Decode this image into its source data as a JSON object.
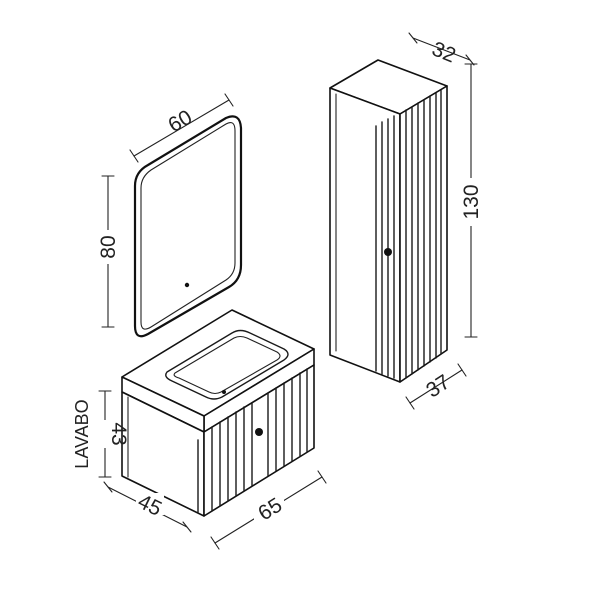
{
  "dimensions": {
    "mirror_width": "60",
    "mirror_height": "80",
    "tall_cabinet_depth": "32",
    "tall_cabinet_height": "130",
    "tall_cabinet_width": "37",
    "vanity_height": "43",
    "vanity_depth": "45",
    "vanity_width": "65"
  },
  "labels": {
    "vanity": "LAVABO"
  },
  "colors": {
    "line": "#111111",
    "background": "#ffffff"
  }
}
